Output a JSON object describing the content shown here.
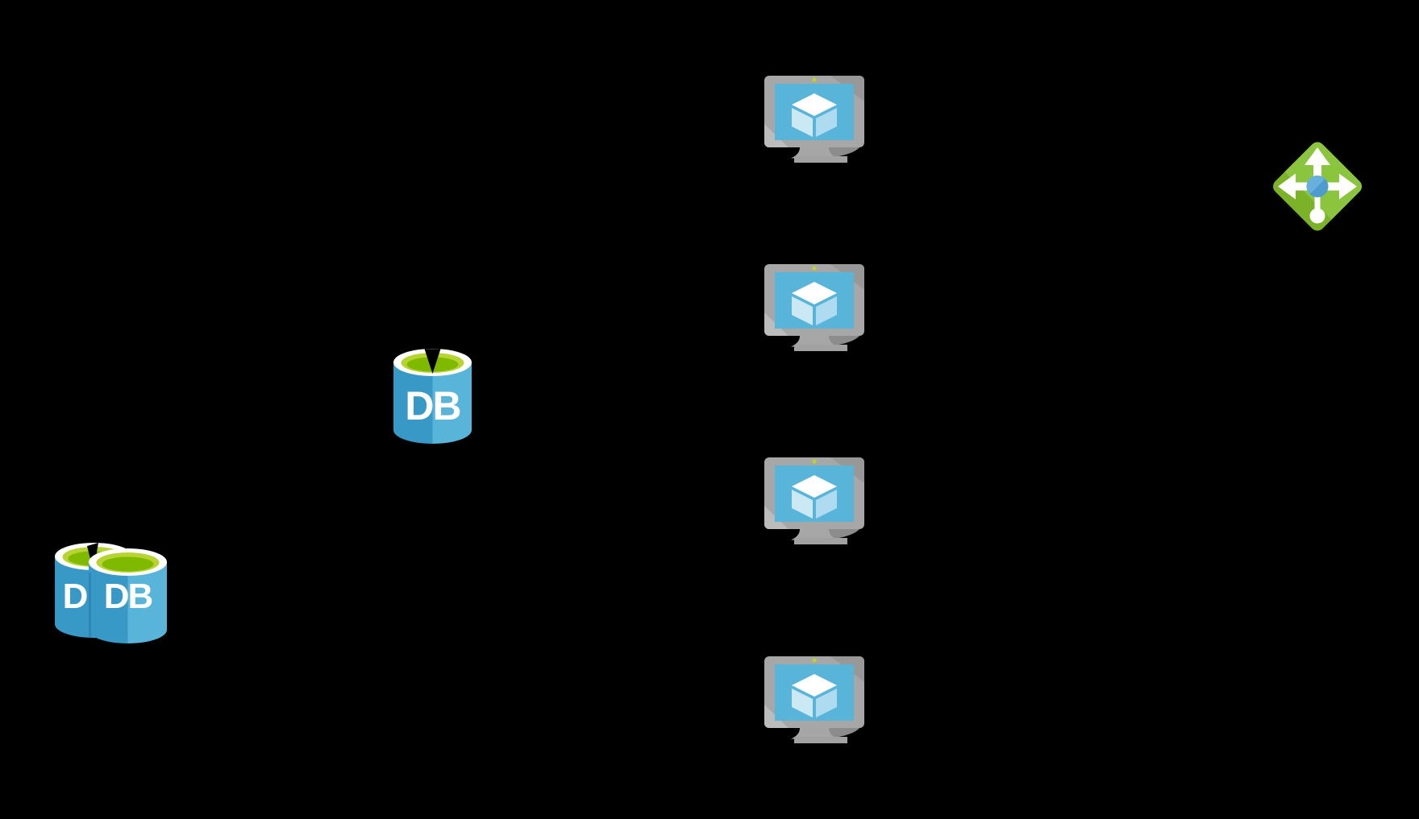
{
  "diagram": {
    "background_color": "#000000",
    "labels": {
      "db_single": "DB",
      "ddb_back": "D",
      "ddb_front": "DB"
    },
    "nodes": [
      {
        "id": "sql-database",
        "type": "database",
        "icon": "database-cylinder-icon",
        "label": "DB"
      },
      {
        "id": "database-stack",
        "type": "database-group",
        "icon": "databases-stack-icon",
        "label": "D DB"
      },
      {
        "id": "vm-1",
        "type": "virtual-machine",
        "icon": "vm-monitor-icon"
      },
      {
        "id": "vm-2",
        "type": "virtual-machine",
        "icon": "vm-monitor-icon"
      },
      {
        "id": "vm-3",
        "type": "virtual-machine",
        "icon": "vm-monitor-icon"
      },
      {
        "id": "vm-4",
        "type": "virtual-machine",
        "icon": "vm-monitor-icon"
      },
      {
        "id": "load-balancer",
        "type": "load-balancer",
        "icon": "load-balancer-icon"
      }
    ],
    "colors": {
      "vm_screen_blue": "#59B4D9",
      "vm_frame_gray": "#A7A7A7",
      "cube_face_light": "#CBE8F5",
      "cube_face_dark": "#AEDBEF",
      "cylinder_blue_left": "#3999C6",
      "cylinder_blue_right": "#59B4D9",
      "cylinder_top_green": "#7FBA00",
      "cylinder_top_green_light": "#B8D432",
      "led_green": "#B8D432",
      "lb_green": "#7CB228",
      "lb_green_light": "#8BC53E",
      "lb_center_blue": "#4C9DCE",
      "text_white": "#FFFFFF"
    }
  }
}
